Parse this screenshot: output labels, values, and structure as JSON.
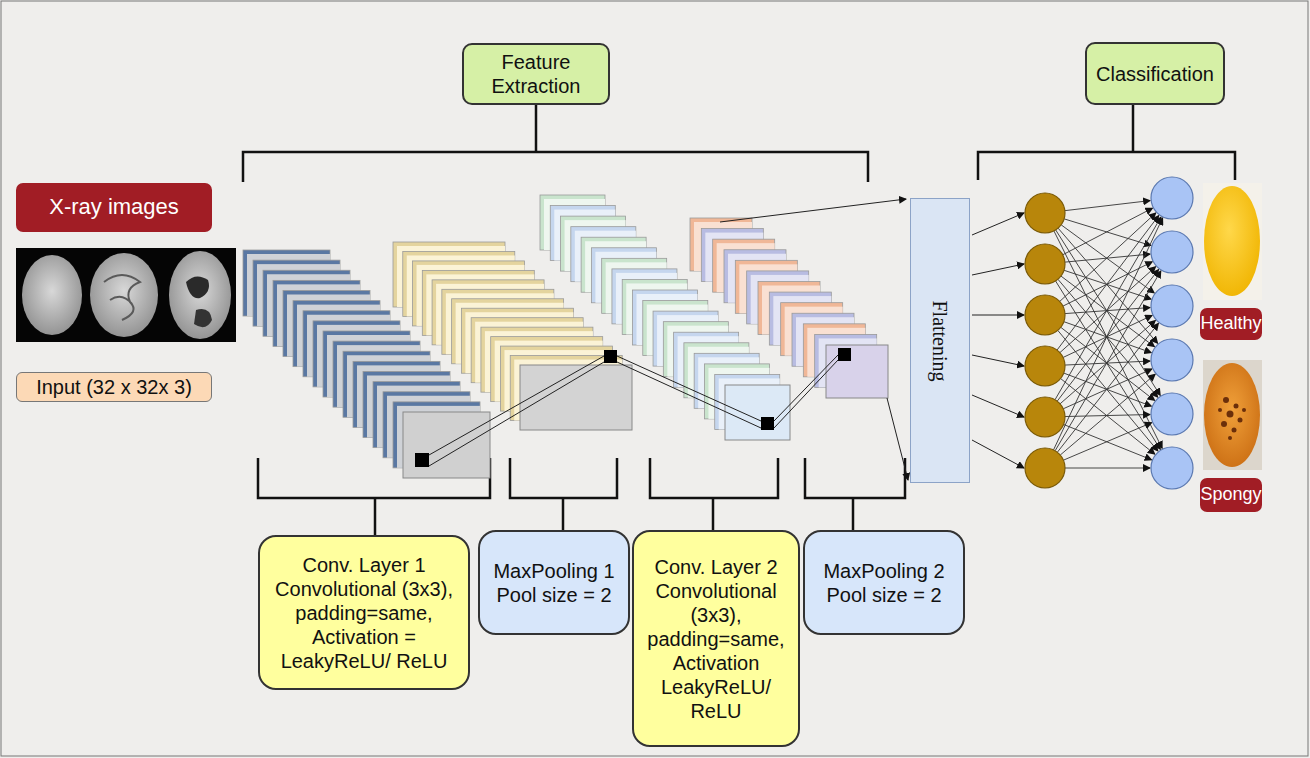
{
  "diagram": {
    "nodes": [
      {
        "text": [
          "Feature Extraction"
        ]
      },
      {
        "text": [
          "Classification"
        ]
      },
      {
        "text": [
          "X-ray images"
        ]
      },
      {
        "text": [
          "Flattening"
        ]
      },
      {
        "text": [
          "Healthy"
        ]
      },
      {
        "text": [
          "Input (32 x 32x 3)"
        ]
      },
      {
        "text": [
          "Spongy"
        ]
      },
      {
        "text": [
          "Conv. Layer 1 Convolutional (3x3), padding=same, Activation = LeakyReLU/ ReLU"
        ]
      },
      {
        "text": [
          "MaxPooling 1 Pool size = 2"
        ]
      },
      {
        "text": [
          "Conv. Layer 2 Convolutional (3x3), padding=same, Activation LeakyReLU/ ReLU"
        ]
      },
      {
        "text": [
          "MaxPooling 2 Pool size = 2"
        ]
      }
    ]
  }
}
